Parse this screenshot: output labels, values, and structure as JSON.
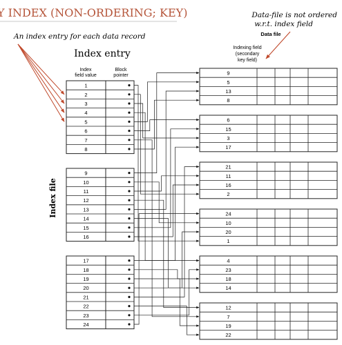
{
  "title": {
    "text": "Y INDEX (NON-ORDERING; KEY)",
    "color": "#b5553a"
  },
  "annotations": {
    "entry_note": "An index entry for each data record",
    "data_note_line1": "Data-file is not ordered",
    "data_note_line2": "w.r.t. index field",
    "arrow_color": "#c0492b"
  },
  "index_entry": {
    "heading": "Index entry",
    "col1_line1": "Index",
    "col1_line2": "field value",
    "col2_line1": "Block",
    "col2_line2": "pointer"
  },
  "index_file_label": "Index file",
  "data_file": {
    "label": "Data file",
    "col_line1": "Indexing field",
    "col_line2": "(secondary",
    "col_line3": "key field)"
  },
  "index_blocks": [
    [
      "1",
      "2",
      "3",
      "4",
      "5",
      "6",
      "7",
      "8"
    ],
    [
      "9",
      "10",
      "11",
      "12",
      "13",
      "14",
      "15",
      "16"
    ],
    [
      "17",
      "18",
      "19",
      "20",
      "21",
      "22",
      "23",
      "24"
    ]
  ],
  "data_blocks": [
    [
      "9",
      "5",
      "13",
      "8"
    ],
    [
      "6",
      "15",
      "3",
      "17"
    ],
    [
      "21",
      "11",
      "16",
      "2"
    ],
    [
      "24",
      "10",
      "20",
      "1"
    ],
    [
      "4",
      "23",
      "18",
      "14"
    ],
    [
      "12",
      "7",
      "19",
      "22"
    ]
  ]
}
